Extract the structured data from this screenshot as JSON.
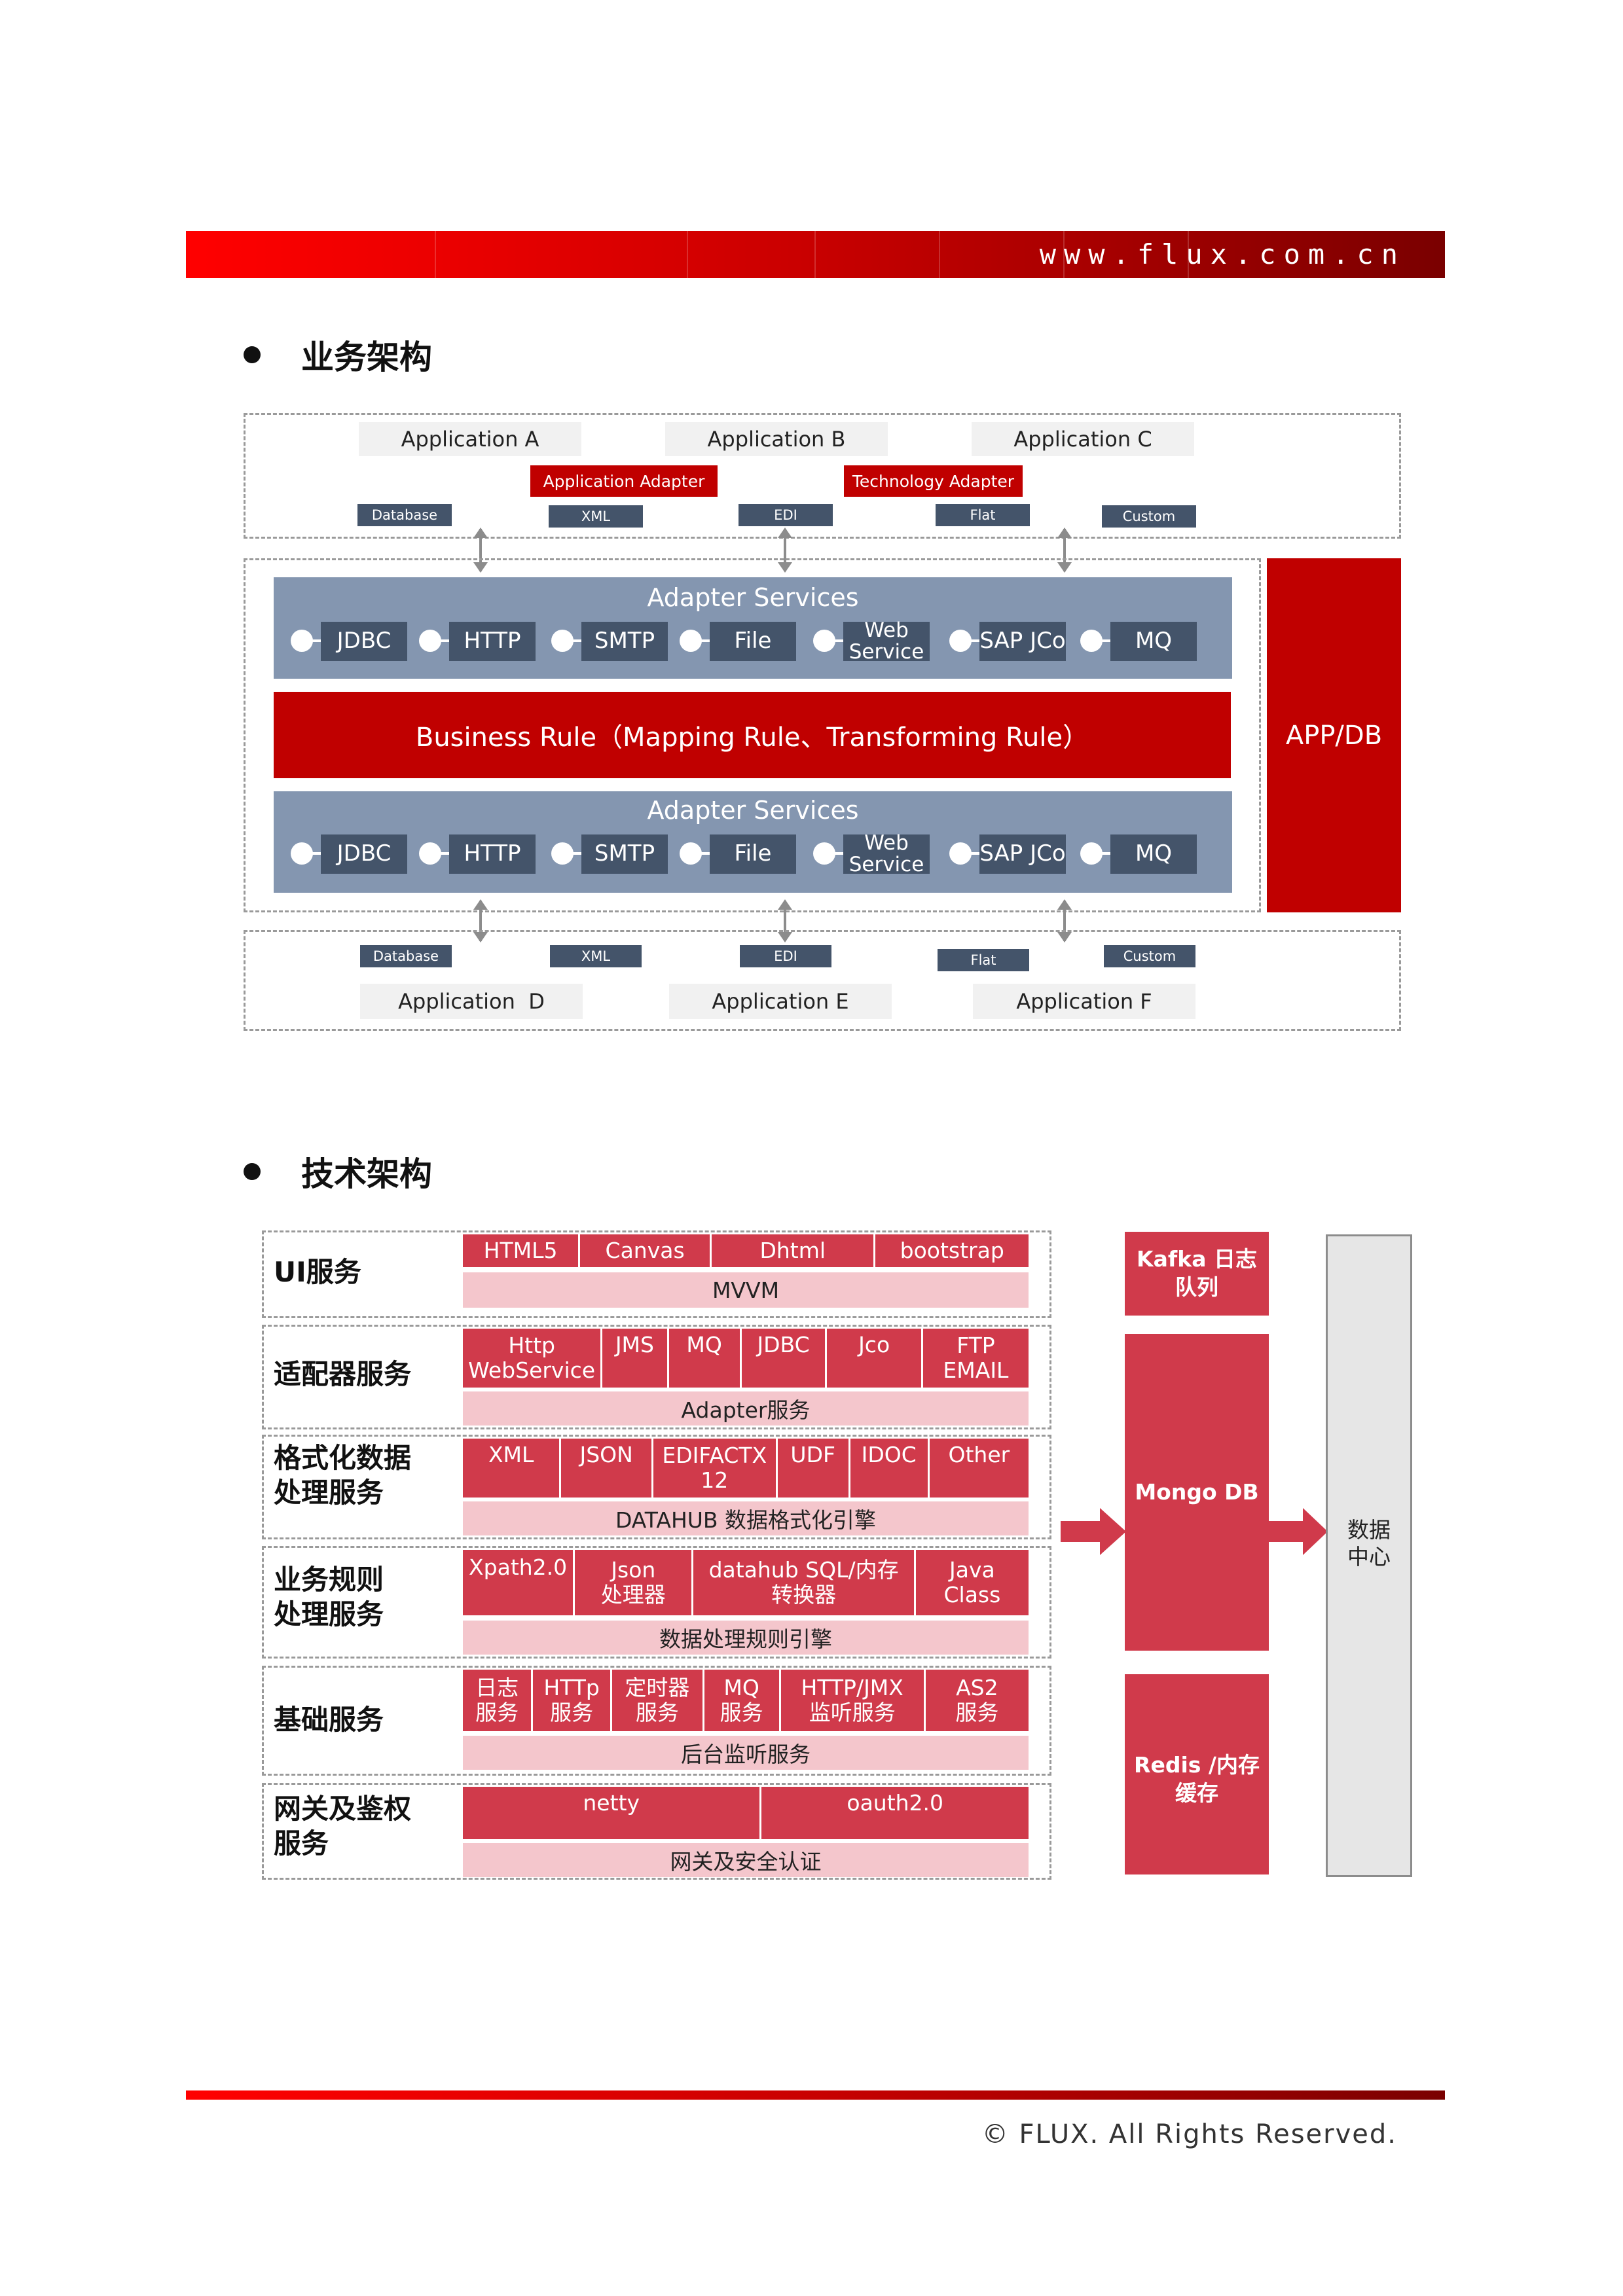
{
  "header": {
    "url": "www.flux.com.cn"
  },
  "footer": {
    "copyright": "© FLUX. All Rights Reserved."
  },
  "section1": {
    "title": "业务架构",
    "top_apps": [
      "Application A",
      "Application B",
      "Application C"
    ],
    "top_adapters": [
      "Application Adapter",
      "Technology Adapter"
    ],
    "top_formats": [
      "Database",
      "XML",
      "EDI",
      "Flat",
      "Custom"
    ],
    "adapter_services_title": "Adapter Services",
    "connectors": [
      "JDBC",
      "HTTP",
      "SMTP",
      "File",
      "Web\nService",
      "SAP JCo",
      "MQ"
    ],
    "business_rule": "Business Rule（Mapping Rule、Transforming Rule）",
    "app_db": "APP/DB",
    "bottom_formats": [
      "Database",
      "XML",
      "EDI",
      "Flat",
      "Custom"
    ],
    "bottom_apps": [
      "Application  D",
      "Application E",
      "Application F"
    ]
  },
  "section2": {
    "title": "技术架构",
    "rows": [
      {
        "label": "UI服务",
        "cells": [
          "HTML5",
          "Canvas",
          "Dhtml",
          "bootstrap"
        ],
        "base": "MVVM"
      },
      {
        "label": "适配器服务",
        "cells": [
          "Http\nWebService",
          "JMS",
          "MQ",
          "JDBC",
          "Jco",
          "FTP\nEMAIL"
        ],
        "base": "Adapter服务"
      },
      {
        "label": "格式化数据\n处理服务",
        "cells": [
          "XML",
          "JSON",
          "EDIFACTX\n12",
          "UDF",
          "IDOC",
          "Other"
        ],
        "base": "DATAHUB 数据格式化引擎"
      },
      {
        "label": "业务规则\n处理服务",
        "cells": [
          "Xpath2.0",
          "Json\n处理器",
          "datahub SQL/内存\n转换器",
          "Java\nClass"
        ],
        "base": "数据处理规则引擎"
      },
      {
        "label": "基础服务",
        "cells": [
          "日志\n服务",
          "HTTp\n服务",
          "定时器\n服务",
          "MQ\n服务",
          "HTTP/JMX\n监听服务",
          "AS2\n服务"
        ],
        "base": "后台监听服务"
      },
      {
        "label": "网关及鉴权\n服务",
        "cells": [
          "netty",
          "oauth2.0"
        ],
        "base": "网关及安全认证"
      }
    ],
    "kafka": "Kafka 日志\n队列",
    "mongo": "Mongo DB",
    "redis": "Redis /内存\n缓存",
    "data_center": "数据\n中心"
  },
  "colors": {
    "brand_red": "#c00000",
    "tech_red": "#d03a4b",
    "pink": "#f4c6cc",
    "slate": "#44546a",
    "service_band": "#8496b0"
  }
}
